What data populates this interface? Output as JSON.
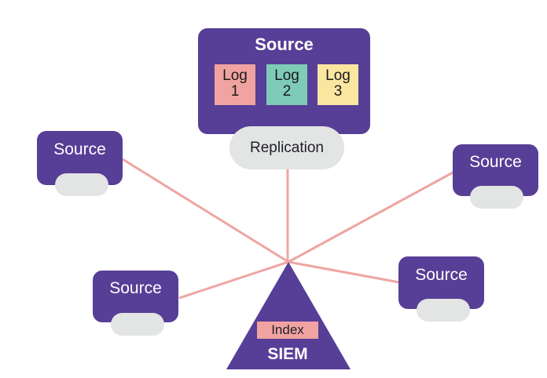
{
  "colors": {
    "source_fill": "#573e96",
    "pill_fill": "#e3e4e4",
    "connector": "#eea5a1",
    "log1": "#f0a3a0",
    "log2": "#7ecbb8",
    "log3": "#fbe6a0",
    "index_fill": "#f0a3a0"
  },
  "main_source": {
    "title": "Source",
    "logs": [
      {
        "word": "Log",
        "num": "1"
      },
      {
        "word": "Log",
        "num": "2"
      },
      {
        "word": "Log",
        "num": "3"
      }
    ]
  },
  "replication": {
    "label": "Replication"
  },
  "sources": [
    {
      "label": "Source"
    },
    {
      "label": "Source"
    },
    {
      "label": "Source"
    },
    {
      "label": "Source"
    }
  ],
  "siem": {
    "label": "SIEM",
    "index_label": "Index"
  }
}
